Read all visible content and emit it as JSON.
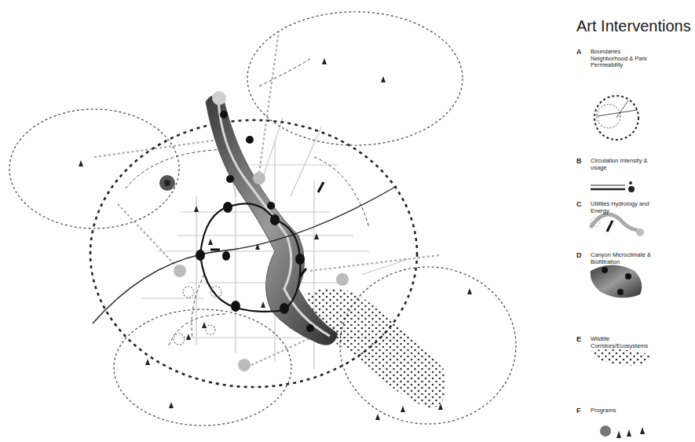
{
  "diagram": {
    "title": "Art Interventions",
    "labels": [
      "A",
      "B",
      "C",
      "D",
      "E",
      "F"
    ],
    "legend": [
      {
        "text": "Boundaries Neighborhood & Park Permeability"
      },
      {
        "text": "Circulation Intensity & usage"
      },
      {
        "text": "Utilities Hydrology and Energy"
      },
      {
        "text": "Canyon Microclimate & Biofiltration"
      },
      {
        "text": "Wildlife Corridors/Ecosystems"
      },
      {
        "text": "Programs"
      }
    ]
  }
}
